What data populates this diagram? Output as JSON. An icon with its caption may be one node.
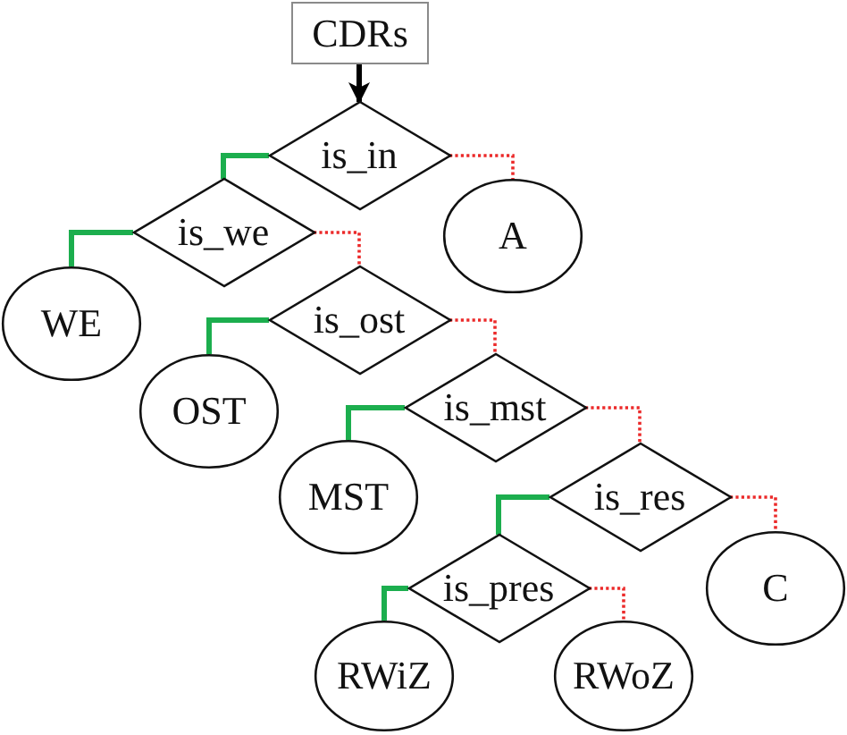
{
  "diagram": {
    "nodes": [
      {
        "text": [
          "CDRs"
        ]
      },
      {
        "text": [
          "is_in"
        ]
      },
      {
        "text": [
          "is_we"
        ]
      },
      {
        "text": [
          "A"
        ]
      },
      {
        "text": [
          "WE"
        ]
      },
      {
        "text": [
          "is_ost"
        ]
      },
      {
        "text": [
          "OST"
        ]
      },
      {
        "text": [
          "is_mst"
        ]
      },
      {
        "text": [
          "MST"
        ]
      },
      {
        "text": [
          "is_res"
        ]
      },
      {
        "text": [
          "is_pres"
        ]
      },
      {
        "text": [
          "C"
        ]
      },
      {
        "text": [
          "RWiZ"
        ]
      },
      {
        "text": [
          "RWoZ"
        ]
      }
    ],
    "edges": [
      {
        "from": 0,
        "to": 1,
        "arrow": "to",
        "color": "#000000"
      },
      {
        "from": 1,
        "to": 2,
        "arrow": "none",
        "color": "#1cae4e"
      },
      {
        "from": 1,
        "to": 3,
        "arrow": "none",
        "style": "dashed",
        "color": "#ec2a2a"
      },
      {
        "from": 2,
        "to": 4,
        "arrow": "none",
        "color": "#1cae4e"
      },
      {
        "from": 2,
        "to": 5,
        "arrow": "none",
        "style": "dashed",
        "color": "#ec2a2a"
      },
      {
        "from": 5,
        "to": 6,
        "arrow": "none",
        "color": "#1cae4e"
      },
      {
        "from": 5,
        "to": 7,
        "arrow": "none",
        "style": "dashed",
        "color": "#ec2a2a"
      },
      {
        "from": 7,
        "to": 8,
        "arrow": "none",
        "color": "#1cae4e"
      },
      {
        "from": 7,
        "to": 9,
        "arrow": "none",
        "style": "dashed",
        "color": "#ec2a2a"
      },
      {
        "from": 9,
        "to": 10,
        "arrow": "none",
        "color": "#1cae4e"
      },
      {
        "from": 9,
        "to": 11,
        "arrow": "none",
        "style": "dashed",
        "color": "#ec2a2a"
      },
      {
        "from": 10,
        "to": 12,
        "arrow": "none",
        "color": "#1cae4e"
      },
      {
        "from": 10,
        "to": 13,
        "arrow": "none",
        "style": "dashed",
        "color": "#ec2a2a"
      }
    ]
  }
}
